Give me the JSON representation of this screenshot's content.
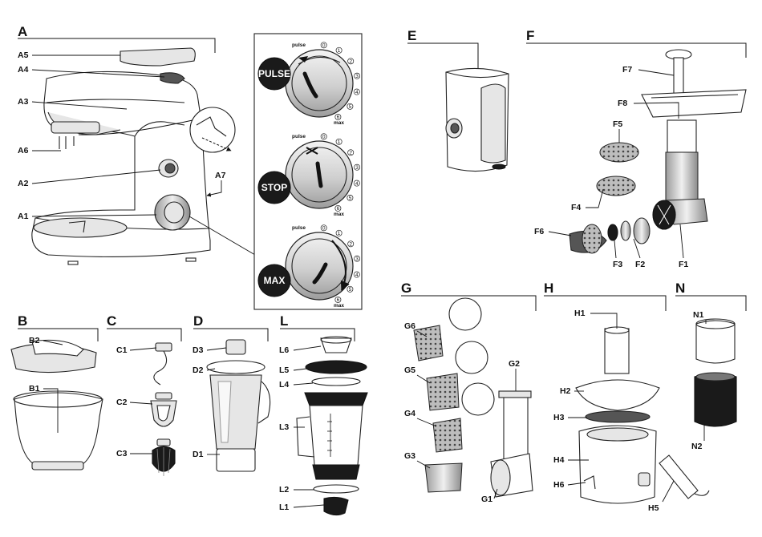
{
  "sections": {
    "A": {
      "heading": "A",
      "labels": [
        "A5",
        "A4",
        "A3",
        "A6",
        "A2",
        "A1",
        "A7"
      ]
    },
    "B": {
      "heading": "B",
      "labels": [
        "B2",
        "B1"
      ]
    },
    "C": {
      "heading": "C",
      "labels": [
        "C1",
        "C2",
        "C3"
      ]
    },
    "D": {
      "heading": "D",
      "labels": [
        "D3",
        "D2",
        "D1"
      ]
    },
    "L": {
      "heading": "L",
      "labels": [
        "L6",
        "L5",
        "L4",
        "L3",
        "L2",
        "L1"
      ]
    },
    "E": {
      "heading": "E",
      "labels": []
    },
    "F": {
      "heading": "F",
      "labels": [
        "F7",
        "F8",
        "F5",
        "F4",
        "F6",
        "F3",
        "F2",
        "F1"
      ]
    },
    "G": {
      "heading": "G",
      "labels": [
        "G6",
        "G5",
        "G2",
        "G4",
        "G3",
        "G1"
      ]
    },
    "H": {
      "heading": "H",
      "labels": [
        "H1",
        "H2",
        "H3",
        "H4",
        "H6",
        "H5"
      ]
    },
    "N": {
      "heading": "N",
      "labels": [
        "N1",
        "N2"
      ]
    }
  },
  "dials": [
    {
      "button": "PULSE",
      "small_label": "pulse",
      "max_label": "max"
    },
    {
      "button": "STOP",
      "small_label": "pulse",
      "max_label": "max"
    },
    {
      "button": "MAX",
      "small_label": "pulse",
      "max_label": "max"
    }
  ],
  "dial_scale": [
    "0",
    "1",
    "2",
    "3",
    "4",
    "5",
    "6"
  ]
}
